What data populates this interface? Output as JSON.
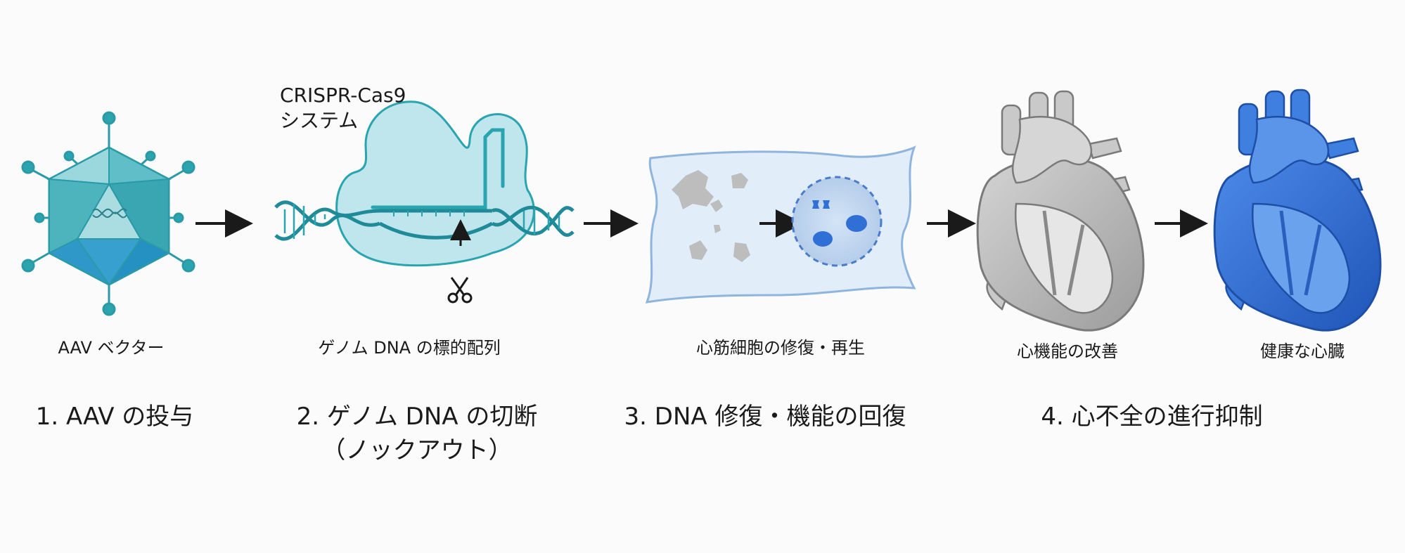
{
  "crispr_label": {
    "line1": "CRISPR-Cas9",
    "line2": "システム"
  },
  "captions": {
    "aav": "AAV ベクター",
    "dna_target": "ゲノム DNA の標的配列",
    "repair": "心筋細胞の修復・再生",
    "improve": "心機能の改善",
    "healthy": "健康な心臓"
  },
  "steps": {
    "s1": "1. AAV の投与",
    "s2_line1": "2. ゲノム DNA の切断",
    "s2_line2": "（ノックアウト）",
    "s3": "3. DNA 修復・機能の回復",
    "s4": "4. 心不全の進行抑制"
  },
  "colors": {
    "teal": "#2aa5b0",
    "teal_light": "#bfe6ec",
    "blue": "#2f6fd6",
    "gray_heart": "#b9b9b9",
    "arrow": "#1a1a1a"
  },
  "icons": {
    "scissors": "scissors-icon",
    "dna_small": "dna-icon"
  }
}
